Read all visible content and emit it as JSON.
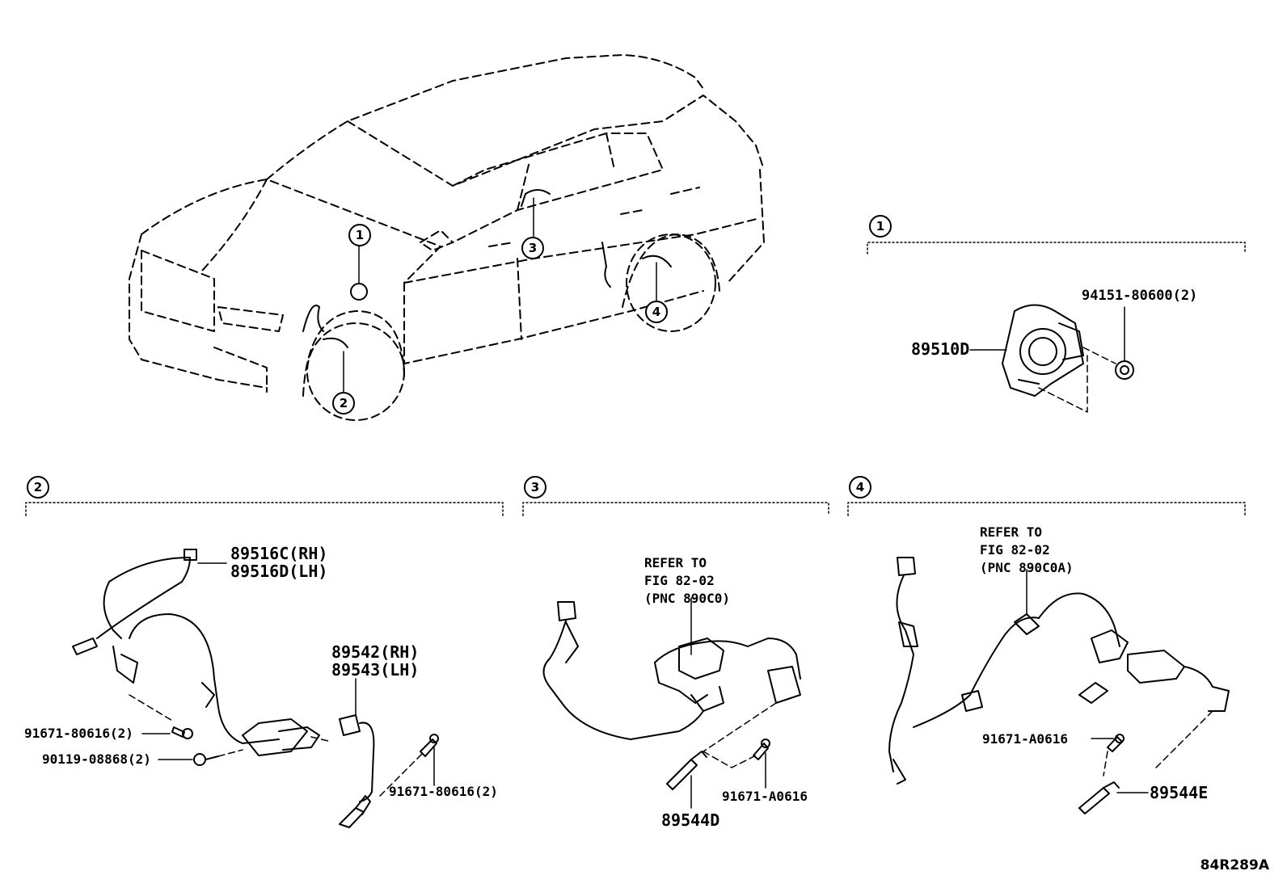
{
  "figure_id": "84R289A",
  "callouts": {
    "c1": "1",
    "c2": "2",
    "c3": "3",
    "c4": "4"
  },
  "group1": {
    "sensor": "89510D",
    "nut": "94151-80600(2)"
  },
  "group2": {
    "harness_rh": "89516C(RH)",
    "harness_lh": "89516D(LH)",
    "bolt_a": "91671-80616(2)",
    "bolt_b": "90119-08868(2)",
    "sensor_rh": "89542(RH)",
    "sensor_lh": "89543(LH)",
    "bolt_c": "91671-80616(2)"
  },
  "group3": {
    "refer_line1": "REFER TO",
    "refer_line2": "FIG 82-02",
    "refer_line3": "(PNC 890C0)",
    "sensor": "89544D",
    "bolt": "91671-A0616"
  },
  "group4": {
    "refer_line1": "REFER TO",
    "refer_line2": "FIG 82-02",
    "refer_line3": "(PNC 890C0A)",
    "bolt": "91671-A0616",
    "sensor": "89544E"
  }
}
